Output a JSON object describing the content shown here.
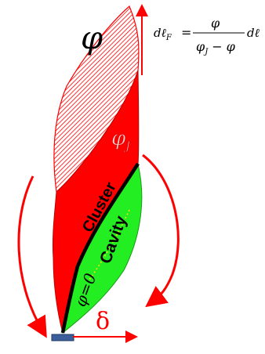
{
  "labels": {
    "phi": "φ",
    "phi_j": "φ",
    "phi_j_sub": "J",
    "cluster": "Cluster",
    "cavity": "Cavity",
    "phi_zero": "φ=0",
    "delta": "δ"
  },
  "formula": {
    "lhs": "dℓ",
    "lhs_sub": "F",
    "equals": "=",
    "numerator": "φ",
    "denominator_a": "φ",
    "denominator_a_sub": "J",
    "denominator_minus": "−",
    "denominator_b": "φ",
    "rhs": "dℓ"
  },
  "colors": {
    "red": "#ff0000",
    "red_dark": "#c00000",
    "green": "#22ee22",
    "black": "#000000",
    "base": "#3a5f9a",
    "yellow_dots": "#f2e300"
  }
}
